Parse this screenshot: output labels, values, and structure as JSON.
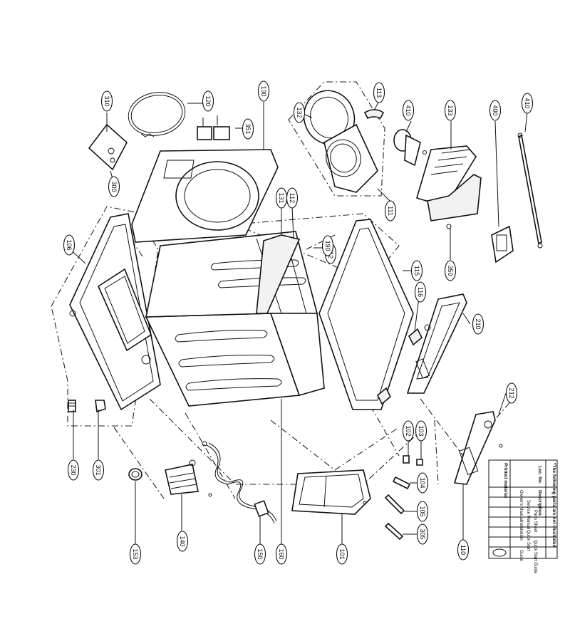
{
  "callouts": [
    {
      "id": "c310",
      "label": "310"
    },
    {
      "id": "c300",
      "label": "300"
    },
    {
      "id": "c120",
      "label": "120"
    },
    {
      "id": "c351",
      "label": "351"
    },
    {
      "id": "c130",
      "label": "130"
    },
    {
      "id": "c106",
      "label": "106"
    },
    {
      "id": "c131",
      "label": "131"
    },
    {
      "id": "c112a",
      "label": "112"
    },
    {
      "id": "c112b",
      "label": "112"
    },
    {
      "id": "c132",
      "label": "132"
    },
    {
      "id": "c113",
      "label": "113"
    },
    {
      "id": "c410",
      "label": "410"
    },
    {
      "id": "c133",
      "label": "133"
    },
    {
      "id": "c400",
      "label": "400"
    },
    {
      "id": "c410b",
      "label": "410"
    },
    {
      "id": "c111",
      "label": "111"
    },
    {
      "id": "c190",
      "label": "190"
    },
    {
      "id": "c350",
      "label": "350"
    },
    {
      "id": "c115",
      "label": "115"
    },
    {
      "id": "c116",
      "label": "116"
    },
    {
      "id": "c210",
      "label": "210"
    },
    {
      "id": "c212",
      "label": "212"
    },
    {
      "id": "c230",
      "label": "230"
    },
    {
      "id": "c301",
      "label": "301"
    },
    {
      "id": "c153",
      "label": "153"
    },
    {
      "id": "c140",
      "label": "140"
    },
    {
      "id": "c150",
      "label": "150"
    },
    {
      "id": "c160",
      "label": "160"
    },
    {
      "id": "c101",
      "label": "101"
    },
    {
      "id": "c102",
      "label": "102"
    },
    {
      "id": "c103",
      "label": "103"
    },
    {
      "id": "c104",
      "label": "104"
    },
    {
      "id": "c105",
      "label": "105"
    },
    {
      "id": "c110",
      "label": "110"
    },
    {
      "id": "c305",
      "label": "305"
    }
  ],
  "table": {
    "note": "*The following parts are not illustrated",
    "description_header": "Description",
    "loc_header": "Loc. No.",
    "printed_header": "Printed material",
    "rows": [
      "Owner's Manual",
      "Service Manual",
      "Parts Sheet",
      "Installation",
      "Quick Start",
      "Quick Start Guide",
      "Guide"
    ]
  }
}
